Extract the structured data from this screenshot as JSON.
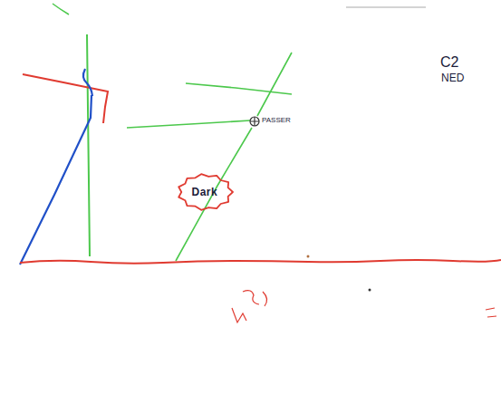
{
  "diagram": {
    "nodes": [
      {
        "text": [
          "Dark"
        ]
      }
    ],
    "labels": [
      "PASSER",
      "C2",
      "NED"
    ]
  }
}
